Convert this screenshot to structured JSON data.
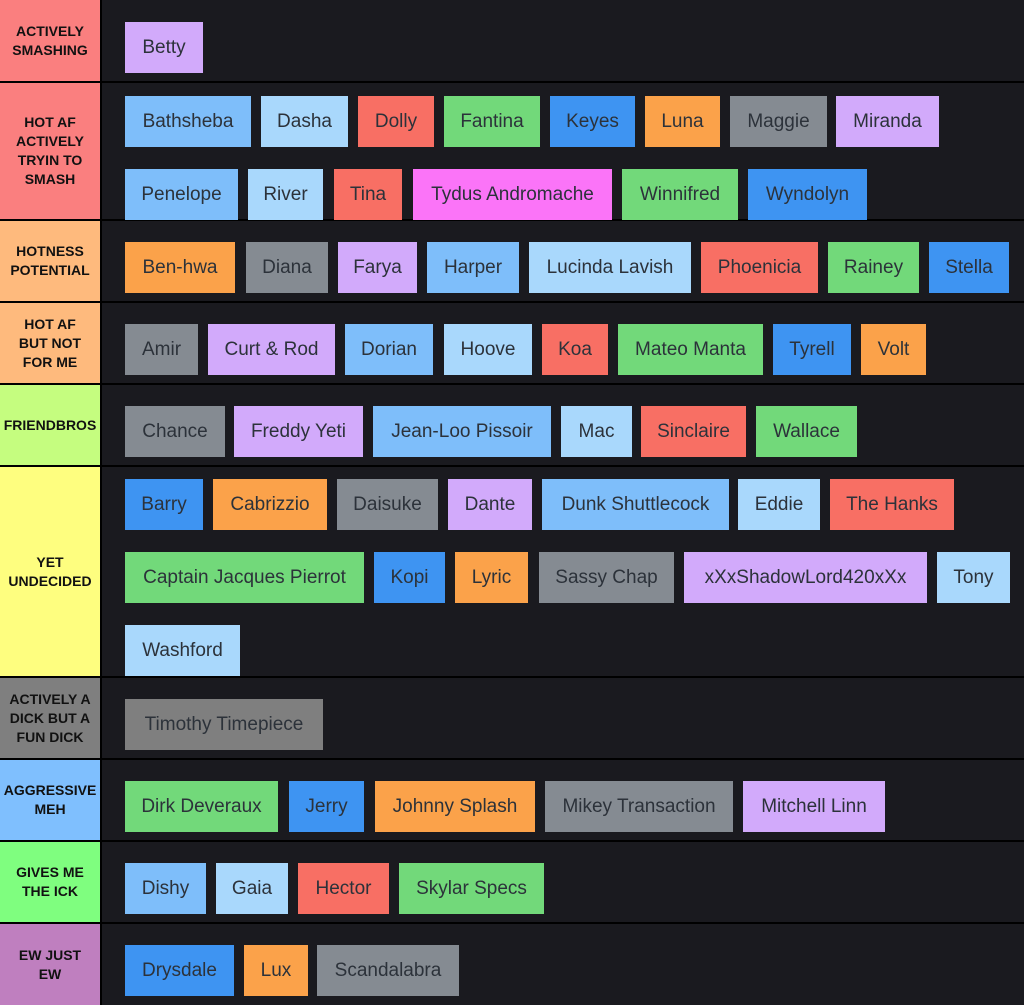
{
  "colors": {
    "blue_light": "#a9d8fc",
    "blue": "#7ebefa",
    "blue_dark": "#3e94f2",
    "red": "#f86f64",
    "green": "#72d97a",
    "orange": "#fba24a",
    "gray": "#858b92",
    "purple": "#d2aafb",
    "pink": "#fb74f8"
  },
  "tiers": [
    {
      "label": "ACTIVELY\nSMASHING",
      "color": "#fa7f7f",
      "items": [
        {
          "name": "Betty",
          "color": "#d2aafb"
        }
      ]
    },
    {
      "label": "HOT AF\nACTIVELY\nTRYIN TO\nSMASH",
      "color": "#fa7f7f",
      "items": [
        {
          "name": "Bathsheba",
          "color": "#7ebefa"
        },
        {
          "name": "Dasha",
          "color": "#a9d8fc"
        },
        {
          "name": "Dolly",
          "color": "#f86f64"
        },
        {
          "name": "Fantina",
          "color": "#72d97a"
        },
        {
          "name": "Keyes",
          "color": "#3e94f2"
        },
        {
          "name": "Luna",
          "color": "#fba24a"
        },
        {
          "name": "Maggie",
          "color": "#858b92"
        },
        {
          "name": "Miranda",
          "color": "#d2aafb"
        },
        {
          "name": "Penelope",
          "color": "#7ebefa"
        },
        {
          "name": "River",
          "color": "#a9d8fc"
        },
        {
          "name": "Tina",
          "color": "#f86f64"
        },
        {
          "name": "Tydus Andromache",
          "color": "#fb74f8"
        },
        {
          "name": "Winnifred",
          "color": "#72d97a"
        },
        {
          "name": "Wyndolyn",
          "color": "#3e94f2"
        }
      ]
    },
    {
      "label": "HOTNESS\nPOTENTIAL",
      "color": "#feba7d",
      "items": [
        {
          "name": "Ben-hwa",
          "color": "#fba24a"
        },
        {
          "name": "Diana",
          "color": "#858b92"
        },
        {
          "name": "Farya",
          "color": "#d2aafb"
        },
        {
          "name": "Harper",
          "color": "#7ebefa"
        },
        {
          "name": "Lucinda Lavish",
          "color": "#a9d8fc"
        },
        {
          "name": "Phoenicia",
          "color": "#f86f64"
        },
        {
          "name": "Rainey",
          "color": "#72d97a"
        },
        {
          "name": "Stella",
          "color": "#3e94f2"
        }
      ]
    },
    {
      "label": "HOT AF\nBUT NOT\nFOR ME",
      "color": "#feba7d",
      "items": [
        {
          "name": "Amir",
          "color": "#858b92"
        },
        {
          "name": "Curt & Rod",
          "color": "#d2aafb"
        },
        {
          "name": "Dorian",
          "color": "#7ebefa"
        },
        {
          "name": "Hoove",
          "color": "#a9d8fc"
        },
        {
          "name": "Koa",
          "color": "#f86f64"
        },
        {
          "name": "Mateo Manta",
          "color": "#72d97a"
        },
        {
          "name": "Tyrell",
          "color": "#3e94f2"
        },
        {
          "name": "Volt",
          "color": "#fba24a"
        }
      ]
    },
    {
      "label": "FRIENDBROS",
      "color": "#c5fd7f",
      "items": [
        {
          "name": "Chance",
          "color": "#858b92"
        },
        {
          "name": "Freddy Yeti",
          "color": "#d2aafb"
        },
        {
          "name": "Jean-Loo Pissoir",
          "color": "#7ebefa"
        },
        {
          "name": "Mac",
          "color": "#a9d8fc"
        },
        {
          "name": "Sinclaire",
          "color": "#f86f64"
        },
        {
          "name": "Wallace",
          "color": "#72d97a"
        }
      ]
    },
    {
      "label": "YET\nUNDECIDED",
      "color": "#fefe7f",
      "items": [
        {
          "name": "Barry",
          "color": "#3e94f2"
        },
        {
          "name": "Cabrizzio",
          "color": "#fba24a"
        },
        {
          "name": "Daisuke",
          "color": "#858b92"
        },
        {
          "name": "Dante",
          "color": "#d2aafb"
        },
        {
          "name": "Dunk Shuttlecock",
          "color": "#7ebefa"
        },
        {
          "name": "Eddie",
          "color": "#a9d8fc"
        },
        {
          "name": "The Hanks",
          "color": "#f86f64"
        },
        {
          "name": "Captain Jacques Pierrot",
          "color": "#72d97a"
        },
        {
          "name": "Kopi",
          "color": "#3e94f2"
        },
        {
          "name": "Lyric",
          "color": "#fba24a"
        },
        {
          "name": "Sassy Chap",
          "color": "#858b92"
        },
        {
          "name": "xXxShadowLord420xXx",
          "color": "#d2aafb"
        },
        {
          "name": "Tony",
          "color": "#a9d8fc"
        },
        {
          "name": "Washford",
          "color": "#a9d8fc"
        }
      ]
    },
    {
      "label": "ACTIVELY A\nDICK BUT A\nFUN DICK",
      "color": "#7f7f7f",
      "items": [
        {
          "name": "Timothy Timepiece",
          "color": "#7f7f7f"
        }
      ]
    },
    {
      "label": "AGGRESSIVE\nMEH",
      "color": "#7fbffe",
      "items": [
        {
          "name": "Dirk Deveraux",
          "color": "#72d97a"
        },
        {
          "name": "Jerry",
          "color": "#3e94f2"
        },
        {
          "name": "Johnny Splash",
          "color": "#fba24a"
        },
        {
          "name": "Mikey Transaction",
          "color": "#858b92"
        },
        {
          "name": "Mitchell Linn",
          "color": "#d2aafb"
        }
      ]
    },
    {
      "label": "GIVES ME\nTHE ICK",
      "color": "#7ffe7f",
      "items": [
        {
          "name": "Dishy",
          "color": "#7ebefa"
        },
        {
          "name": "Gaia",
          "color": "#a9d8fc"
        },
        {
          "name": "Hector",
          "color": "#f86f64"
        },
        {
          "name": "Skylar Specs",
          "color": "#72d97a"
        }
      ]
    },
    {
      "label": "EW JUST\nEW",
      "color": "#bf7fbf",
      "items": [
        {
          "name": "Drysdale",
          "color": "#3e94f2"
        },
        {
          "name": "Lux",
          "color": "#fba24a"
        },
        {
          "name": "Scandalabra",
          "color": "#858b92"
        }
      ]
    }
  ]
}
